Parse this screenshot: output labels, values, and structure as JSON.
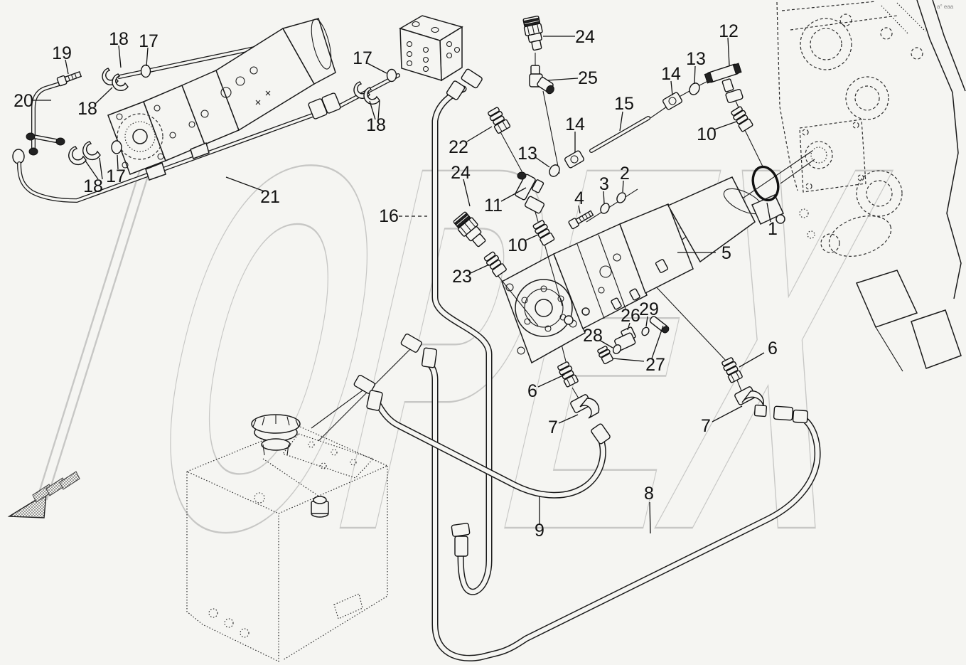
{
  "page": {
    "background": "#f5f5f2",
    "line_color": "#1a1a1a"
  },
  "diagram": {
    "watermark": "OPEX",
    "watermark_color": "#c7c7c5",
    "corner_mark": "a° eaa",
    "callouts": [
      {
        "id": "c19",
        "label": "19"
      },
      {
        "id": "c18-top",
        "label": "18"
      },
      {
        "id": "c17-top",
        "label": "17"
      },
      {
        "id": "c20",
        "label": "20"
      },
      {
        "id": "c18-mid",
        "label": "18"
      },
      {
        "id": "c17-low",
        "label": "17"
      },
      {
        "id": "c18-low",
        "label": "18"
      },
      {
        "id": "c21",
        "label": "21"
      },
      {
        "id": "c17-valve",
        "label": "17"
      },
      {
        "id": "c18-valve",
        "label": "18"
      },
      {
        "id": "c16",
        "label": "16"
      },
      {
        "id": "c22",
        "label": "22"
      },
      {
        "id": "c24-mid",
        "label": "24"
      },
      {
        "id": "c23",
        "label": "23"
      },
      {
        "id": "c11",
        "label": "11"
      },
      {
        "id": "c10-left",
        "label": "10"
      },
      {
        "id": "c24-top",
        "label": "24"
      },
      {
        "id": "c25",
        "label": "25"
      },
      {
        "id": "c15",
        "label": "15"
      },
      {
        "id": "c14-left",
        "label": "14"
      },
      {
        "id": "c13-left",
        "label": "13"
      },
      {
        "id": "c14-right",
        "label": "14"
      },
      {
        "id": "c13-right",
        "label": "13"
      },
      {
        "id": "c12",
        "label": "12"
      },
      {
        "id": "c10-right",
        "label": "10"
      },
      {
        "id": "c2",
        "label": "2"
      },
      {
        "id": "c3",
        "label": "3"
      },
      {
        "id": "c4",
        "label": "4"
      },
      {
        "id": "c1",
        "label": "1"
      },
      {
        "id": "c5",
        "label": "5"
      },
      {
        "id": "c26",
        "label": "26"
      },
      {
        "id": "c29",
        "label": "29"
      },
      {
        "id": "c28",
        "label": "28"
      },
      {
        "id": "c27",
        "label": "27"
      },
      {
        "id": "c6-left",
        "label": "6"
      },
      {
        "id": "c7-left",
        "label": "7"
      },
      {
        "id": "c6-right",
        "label": "6"
      },
      {
        "id": "c7-right",
        "label": "7"
      },
      {
        "id": "c8",
        "label": "8"
      },
      {
        "id": "c9",
        "label": "9"
      }
    ]
  }
}
